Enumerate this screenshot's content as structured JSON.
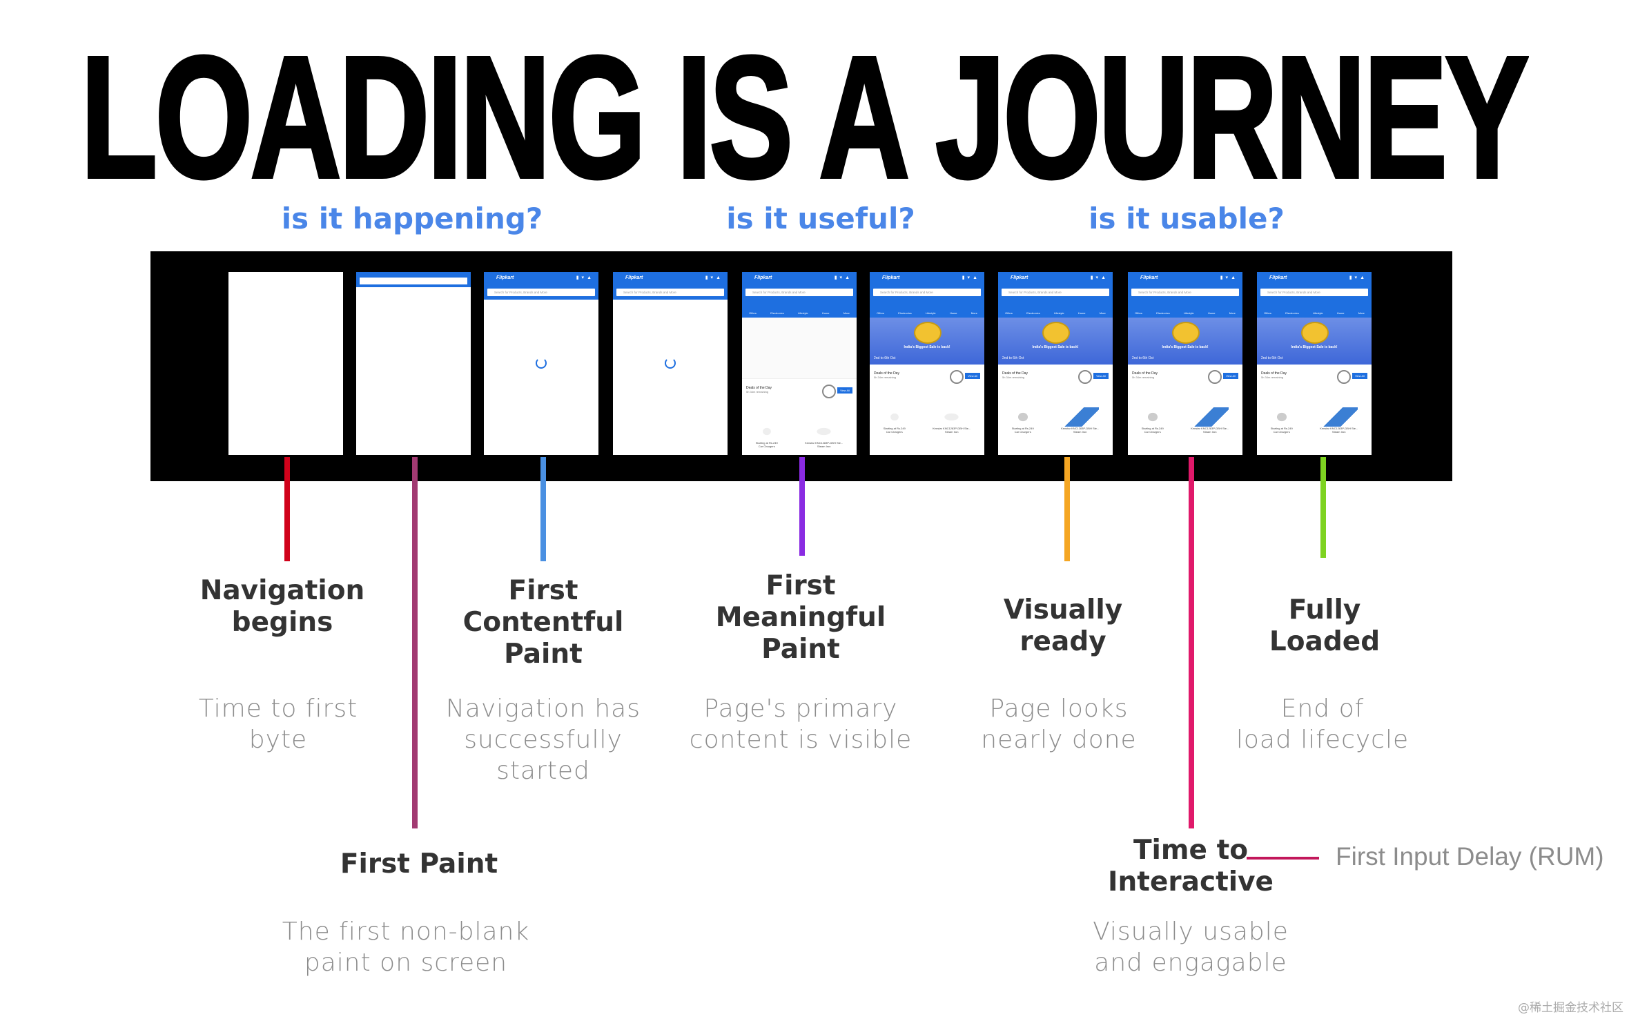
{
  "title": "LOADING IS A JOURNEY",
  "questions": [
    "is it happening?",
    "is it useful?",
    "is it usable?"
  ],
  "filmstrip": {
    "app": {
      "logo": "Flipkart",
      "search_placeholder": "Search for Products, Brands and More",
      "categories": [
        "Offers",
        "Electronics",
        "Lifestyle",
        "Home",
        "More"
      ],
      "banner_text": "India's Biggest Sale is back!",
      "banner_dates": "2nd to 6th Oct",
      "deals_title": "Deals of the Day",
      "deals_remaining": "5h 34m remaining",
      "view_all": "View All",
      "products": [
        {
          "price": "Starting at Rs.249",
          "name": "Car Chargers"
        },
        {
          "price": "Kenstar KNC1283P-DBH Ste...",
          "name": "Steam Iron"
        }
      ]
    },
    "frames": [
      "blank",
      "header",
      "spinner",
      "spinner",
      "placeholder",
      "banner",
      "banner-images",
      "banner-images",
      "banner-images"
    ]
  },
  "milestones": [
    {
      "id": "navigation-begins",
      "label": "Navigation\nbegins",
      "desc": "Time to first\nbyte",
      "color": "#d0021b"
    },
    {
      "id": "first-paint",
      "label": "First Paint",
      "desc": "The first non-blank\npaint on screen",
      "color": "#a23a72"
    },
    {
      "id": "first-contentful-paint",
      "label": "First\nContentful\nPaint",
      "desc": "Navigation has\nsuccessfully\nstarted",
      "color": "#4a90e2"
    },
    {
      "id": "first-meaningful-paint",
      "label": "First\nMeaningful\nPaint",
      "desc": "Page's primary\ncontent is visible",
      "color": "#8a2be2"
    },
    {
      "id": "visually-ready",
      "label": "Visually\nready",
      "desc": "Page looks\nnearly done",
      "color": "#f5a623"
    },
    {
      "id": "time-to-interactive",
      "label": "Time to\nInteractive",
      "desc": "Visually usable\nand engagable",
      "color": "#e0196a"
    },
    {
      "id": "fully-loaded",
      "label": "Fully\nLoaded",
      "desc": "End of\nload lifecycle",
      "color": "#7ed321"
    }
  ],
  "first_input_delay": "First Input Delay (RUM)",
  "watermark": "@稀土掘金技术社区"
}
